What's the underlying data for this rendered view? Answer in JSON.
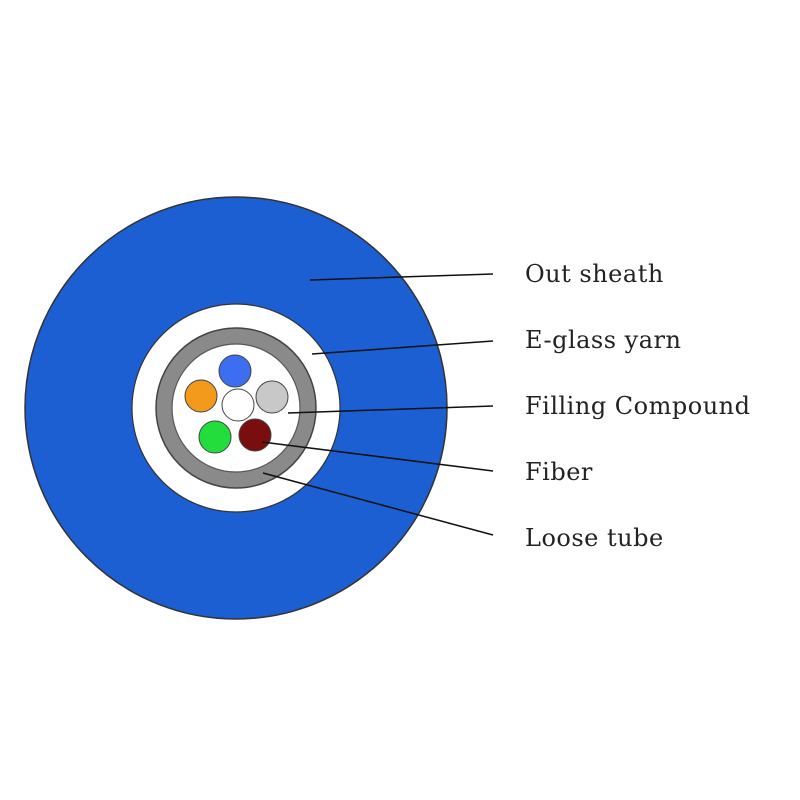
{
  "colors": {
    "out_sheath": "#1c5fd2",
    "e_glass_yarn": "#ffffff",
    "loose_tube": "#8a8a8a",
    "filling_compound": "#ffffff",
    "outline": "#333333"
  },
  "fibers": [
    {
      "name": "blue",
      "color": "#3d6df0"
    },
    {
      "name": "grey",
      "color": "#c8c8c8"
    },
    {
      "name": "red",
      "color": "#7a0d0d"
    },
    {
      "name": "green",
      "color": "#22dd3b"
    },
    {
      "name": "orange",
      "color": "#f39a1c"
    },
    {
      "name": "white",
      "color": "#ffffff"
    }
  ],
  "labels": {
    "out_sheath": "Out sheath",
    "e_glass_yarn": "E-glass yarn",
    "filling_compound": "Filling Compound",
    "fiber": "Fiber",
    "loose_tube": "Loose tube"
  }
}
